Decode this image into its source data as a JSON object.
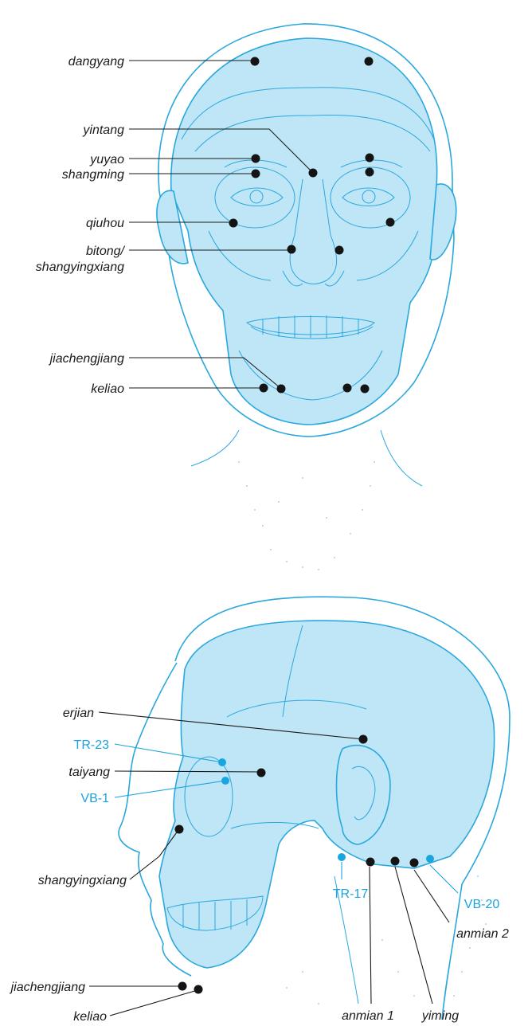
{
  "front_view": {
    "labels": {
      "dangyang": "dangyang",
      "yintang": "yintang",
      "yuyao": "yuyao",
      "shangming": "shangming",
      "qiuhou": "qiuhou",
      "bitong_1": "bitong/",
      "bitong_2": "shangyingxiang",
      "jiachengjiang": "jiachengjiang",
      "keliao": "keliao"
    }
  },
  "side_view": {
    "labels": {
      "erjian": "erjian",
      "tr23": "TR-23",
      "taiyang": "taiyang",
      "vb1": "VB-1",
      "shangyingxiang": "shangyingxiang",
      "tr17": "TR-17",
      "vb20": "VB-20",
      "anmian2": "anmian 2",
      "jiachengjiang": "jiachengjiang",
      "keliao": "keliao",
      "anmian1": "anmian 1",
      "yiming": "yiming"
    }
  },
  "colors": {
    "skull_fill": "#bfe6f7",
    "outline": "#2aa8de",
    "black_point": "#141414",
    "cyan_point": "#19a6e0",
    "cyan_label": "#1aa3dc"
  }
}
